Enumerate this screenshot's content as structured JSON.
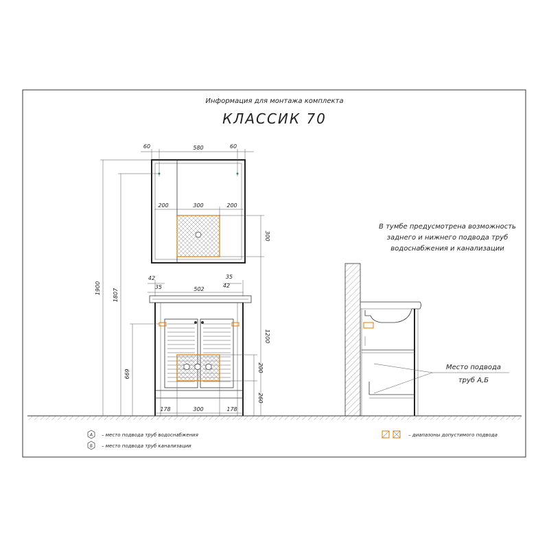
{
  "header": {
    "subtitle": "Информация для монтажа комплекта",
    "title": "КЛАССИК 70"
  },
  "mirror": {
    "dim_left_offset": "60",
    "dim_width": "580",
    "dim_right_offset": "60",
    "dim_zone_left": "200",
    "dim_zone_mid": "300",
    "dim_zone_right": "200",
    "dim_zone_height": "300"
  },
  "cabinet": {
    "dim_42_left": "42",
    "dim_35_left": "35",
    "dim_width": "502",
    "dim_35_right": "35",
    "dim_42_right": "42",
    "dim_height_total": "1900",
    "dim_height_mirror": "1807",
    "dim_height_mount": "1200",
    "dim_height_669": "669",
    "dim_zone_height": "200",
    "dim_floor_260": "260",
    "dim_bottom_left": "178",
    "dim_bottom_mid": "300",
    "dim_bottom_right": "178"
  },
  "side_view": {
    "note_line1": "В тумбе предусмотрена возможность",
    "note_line2": "заднего и нижнего подвода труб",
    "note_line3": "водоснабжения и канализации",
    "callout_line1": "Место подвода",
    "callout_line2": "труб А,Б"
  },
  "legend": {
    "item_a_symbol": "А",
    "item_a_text": "– место подвода труб водоснабжения",
    "item_b_symbol": "Б",
    "item_b_text": "– место подвода труб канализации",
    "item_zone_text": "– диапазоны допустимого подвода"
  },
  "colors": {
    "accent_orange": "#e07b00",
    "line": "#333333",
    "hatch": "#888888"
  }
}
